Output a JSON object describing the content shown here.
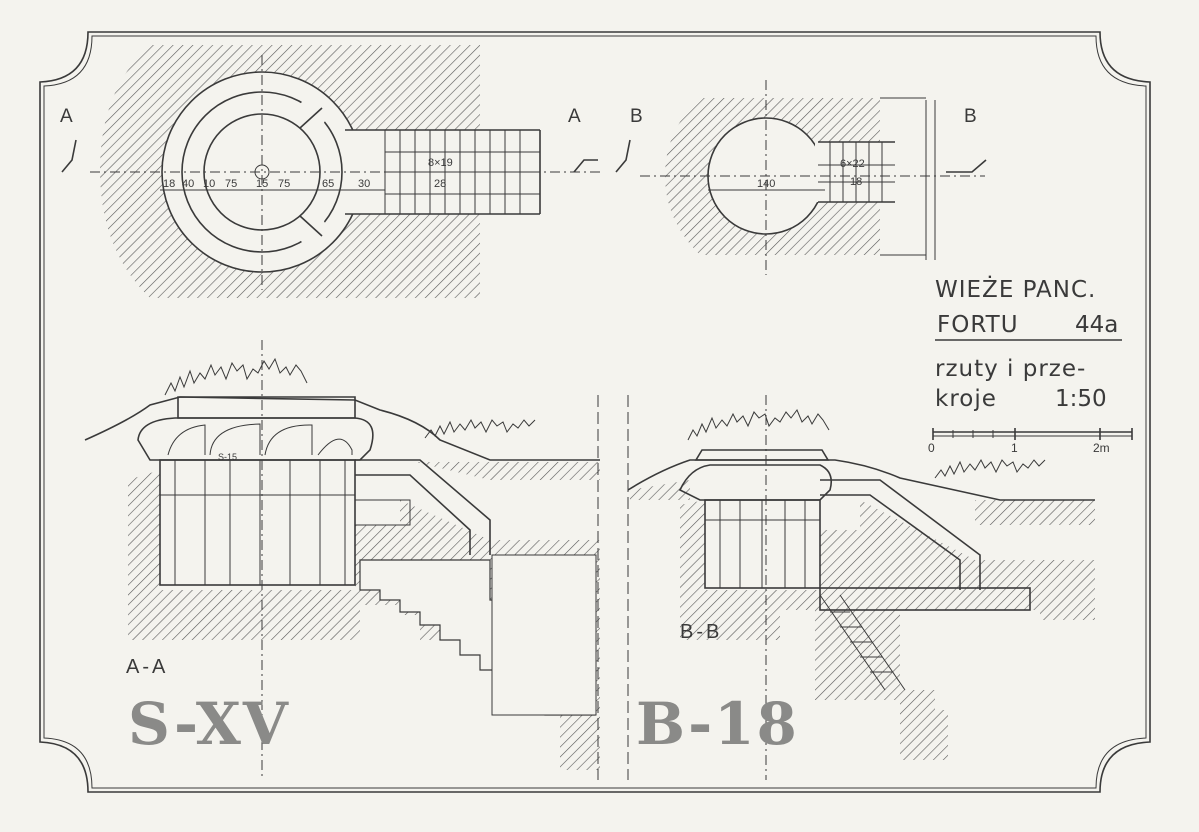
{
  "title_block": {
    "line1": "WIEŻE PANC.",
    "line2a": "FORTU",
    "line2b": "44a",
    "line3": "rzuty i prze-",
    "line4a": "kroje",
    "line4b": "1:50"
  },
  "scale_bar": {
    "label_0": "0",
    "label_1": "1",
    "label_2": "2m"
  },
  "plan_a": {
    "marker_left": "A",
    "marker_right": "A",
    "dims": [
      "18",
      "40",
      "10",
      "75",
      "15",
      "75",
      "65",
      "30"
    ],
    "stair_top": "8×19",
    "stair_bottom": "28"
  },
  "plan_b": {
    "marker_left": "B",
    "marker_right": "B",
    "diameter": "140",
    "stair_top": "6×22",
    "stair_bottom": "18"
  },
  "section_a": {
    "label": "A-A",
    "stencil": "S-XV",
    "small_label": "S-15"
  },
  "section_b": {
    "label": "B-B",
    "stencil": "B-18"
  }
}
